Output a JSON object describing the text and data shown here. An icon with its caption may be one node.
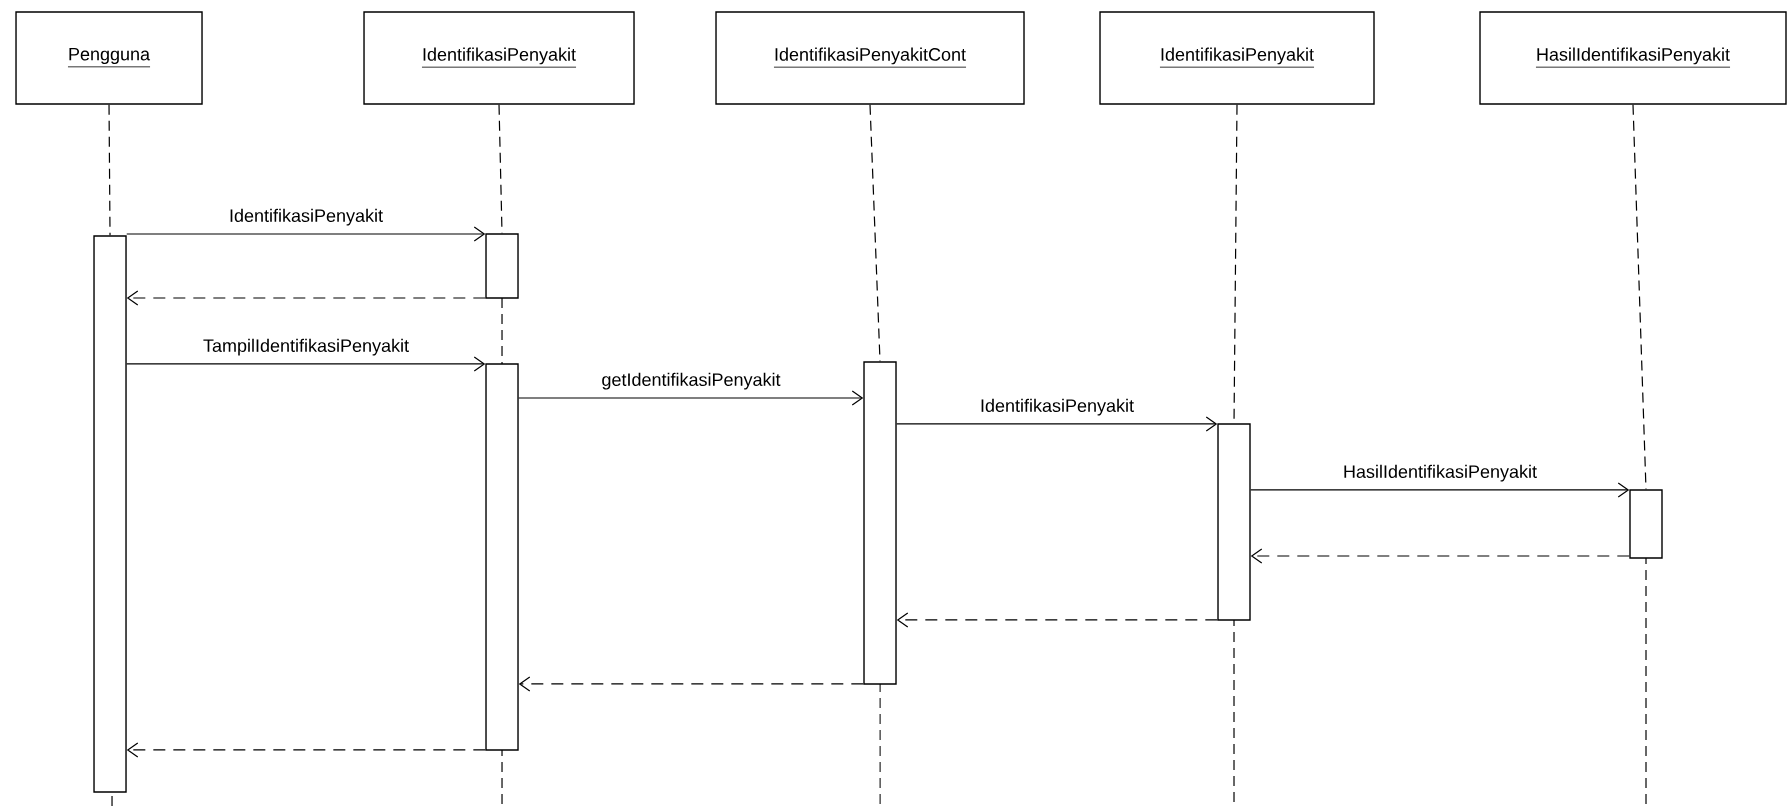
{
  "diagram": {
    "nodes": [
      {
        "text": [
          "Pengguna"
        ]
      },
      {
        "text": [
          "IdentifikasiPenyakit"
        ]
      },
      {
        "text": [
          "IdentifikasiPenyakitCont"
        ]
      },
      {
        "text": [
          "IdentifikasiPenyakit"
        ]
      },
      {
        "text": [
          "HasilIdentifikasiPenyakit"
        ]
      },
      {
        "text": [],
        "shape": "bar"
      },
      {
        "text": [],
        "shape": "bar"
      },
      {
        "text": [],
        "shape": "bar"
      },
      {
        "text": [],
        "shape": "bar"
      },
      {
        "text": [],
        "shape": "bar"
      },
      {
        "text": [],
        "shape": "bar"
      }
    ],
    "edges": [
      {
        "from": 5,
        "to": 6,
        "arrow": "to",
        "label": "IdentifikasiPenyakit"
      },
      {
        "from": 6,
        "to": 5,
        "arrow": "to",
        "style": "dashed"
      },
      {
        "from": 5,
        "to": 7,
        "arrow": "to",
        "label": "TampilIdentifikasiPenyakit"
      },
      {
        "from": 7,
        "to": 8,
        "arrow": "to",
        "label": "getIdentifikasiPenyakit"
      },
      {
        "from": 8,
        "to": 9,
        "arrow": "to",
        "label": "IdentifikasiPenyakit"
      },
      {
        "from": 9,
        "to": 10,
        "arrow": "to",
        "label": "HasilIdentifikasiPenyakit"
      },
      {
        "from": 10,
        "to": 9,
        "arrow": "to",
        "style": "dashed"
      },
      {
        "from": 9,
        "to": 8,
        "arrow": "to",
        "style": "dashed"
      },
      {
        "from": 8,
        "to": 7,
        "arrow": "to",
        "style": "dashed"
      },
      {
        "from": 7,
        "to": 5,
        "arrow": "to",
        "style": "dashed"
      },
      {
        "from": 0,
        "to": 5,
        "arrow": "none",
        "style": "dashed"
      },
      {
        "from": 1,
        "to": 6,
        "arrow": "none",
        "style": "dashed"
      },
      {
        "from": 2,
        "to": 8,
        "arrow": "none",
        "style": "dashed"
      },
      {
        "from": 3,
        "to": 9,
        "arrow": "none",
        "style": "dashed"
      },
      {
        "from": 4,
        "to": 10,
        "arrow": "none",
        "style": "dashed"
      }
    ]
  }
}
